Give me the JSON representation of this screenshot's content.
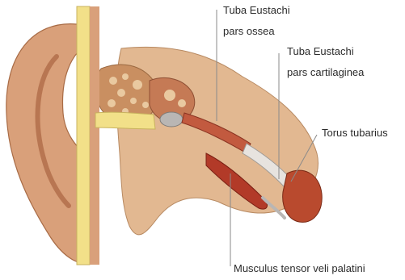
{
  "labels": {
    "tuba_ossea_line1": "Tuba Eustachi",
    "tuba_ossea_line2": "pars ossea",
    "tuba_cartilaginea_line1": "Tuba Eustachi",
    "tuba_cartilaginea_line2": "pars cartilaginea",
    "torus_tubarius": "Torus tubarius",
    "musculus": "Musculus tensor veli palatini"
  },
  "colors": {
    "skin": "#d9a07a",
    "skin_dark": "#b87652",
    "bone": "#e9c9a0",
    "bone_porous": "#c98f61",
    "muscle": "#b23a28",
    "canal_yellow": "#f2e089",
    "membrane_gray": "#b9b6b4",
    "leader_line": "#8a8a8a"
  }
}
